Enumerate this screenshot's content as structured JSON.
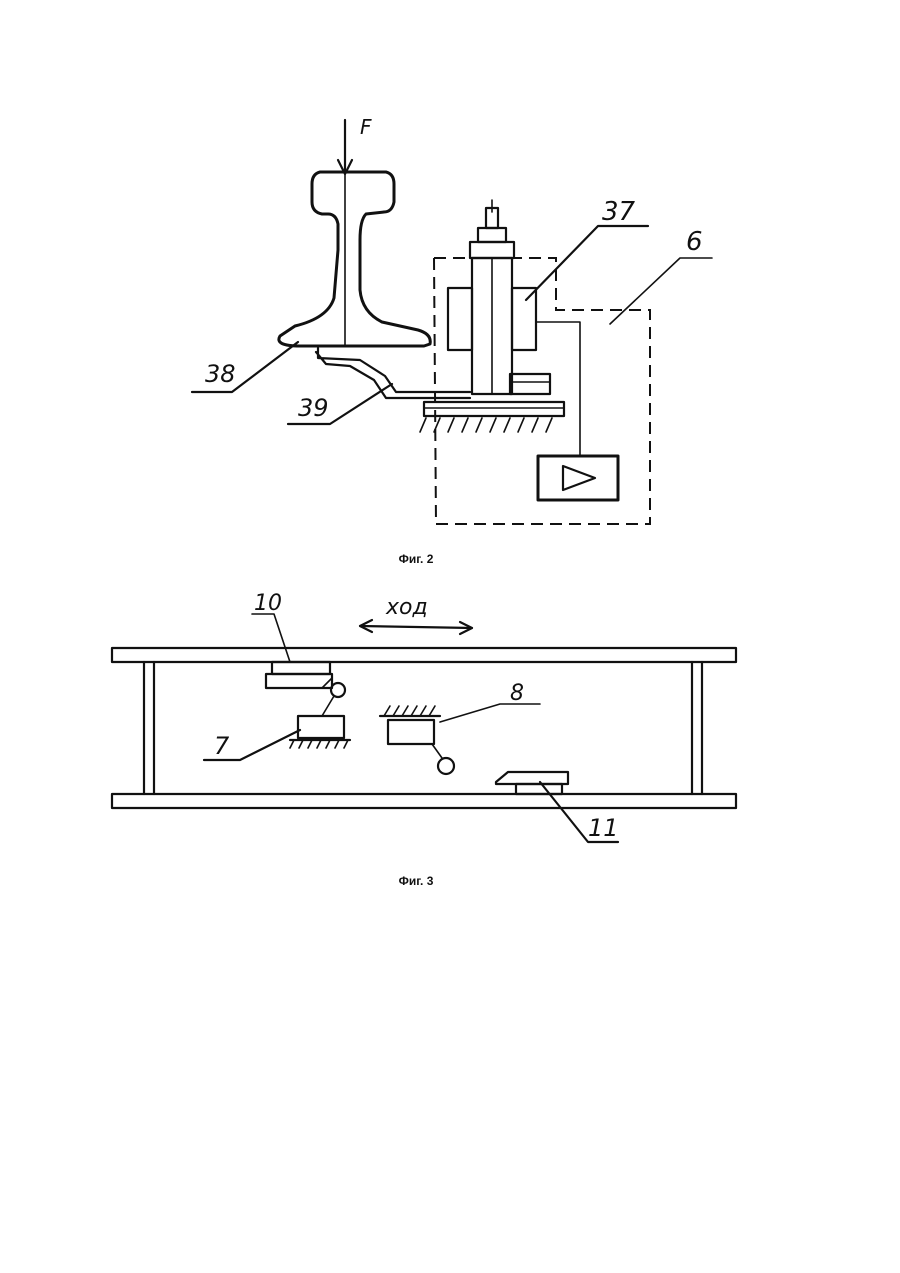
{
  "figures": [
    {
      "caption": "Фиг. 2",
      "labels": {
        "force": "F",
        "rail": "38",
        "bracket": "39",
        "sensor": "37",
        "block": "6"
      }
    },
    {
      "caption": "Фиг. 3",
      "labels": {
        "motion": "ход",
        "part_10": "10",
        "part_7": "7",
        "part_8": "8",
        "part_11": "11"
      }
    }
  ]
}
